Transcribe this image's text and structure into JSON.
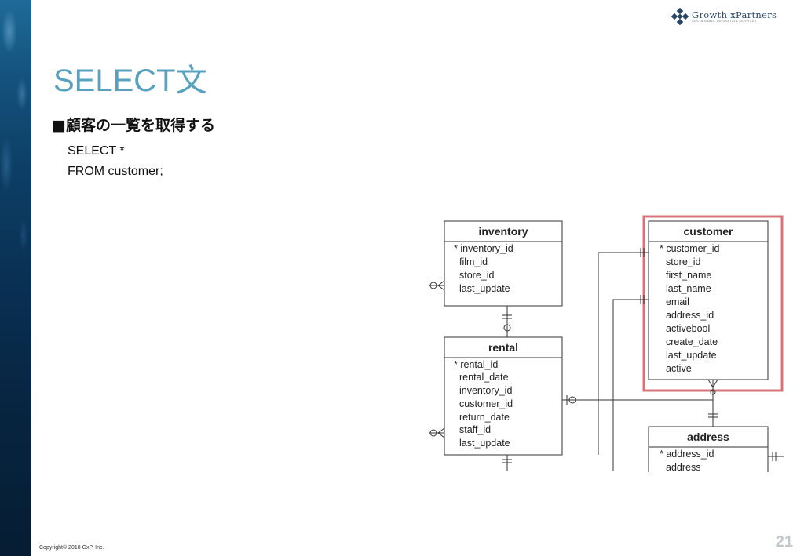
{
  "logo": {
    "name": "Growth xPartners",
    "tagline": "SUSTAINABLE INNOVATION SERVICES"
  },
  "slide": {
    "title": "SELECT文",
    "bullet": "■顧客の一覧を取得する",
    "sql": [
      "SELECT *",
      "FROM customer;"
    ]
  },
  "erd": {
    "highlight_color": "#d9737b",
    "tables": [
      {
        "name": "inventory",
        "columns": [
          "* inventory_id",
          "film_id",
          "store_id",
          "last_update"
        ]
      },
      {
        "name": "rental",
        "columns": [
          "* rental_id",
          "rental_date",
          "inventory_id",
          "customer_id",
          "return_date",
          "staff_id",
          "last_update"
        ]
      },
      {
        "name": "customer",
        "columns": [
          "* customer_id",
          "store_id",
          "first_name",
          "last_name",
          "email",
          "address_id",
          "activebool",
          "create_date",
          "last_update",
          "active"
        ]
      },
      {
        "name": "address",
        "columns": [
          "* address_id",
          "address"
        ]
      }
    ]
  },
  "footer": {
    "copyright": "Copyright© 2018 GxP, Inc.",
    "page_number": "21"
  }
}
